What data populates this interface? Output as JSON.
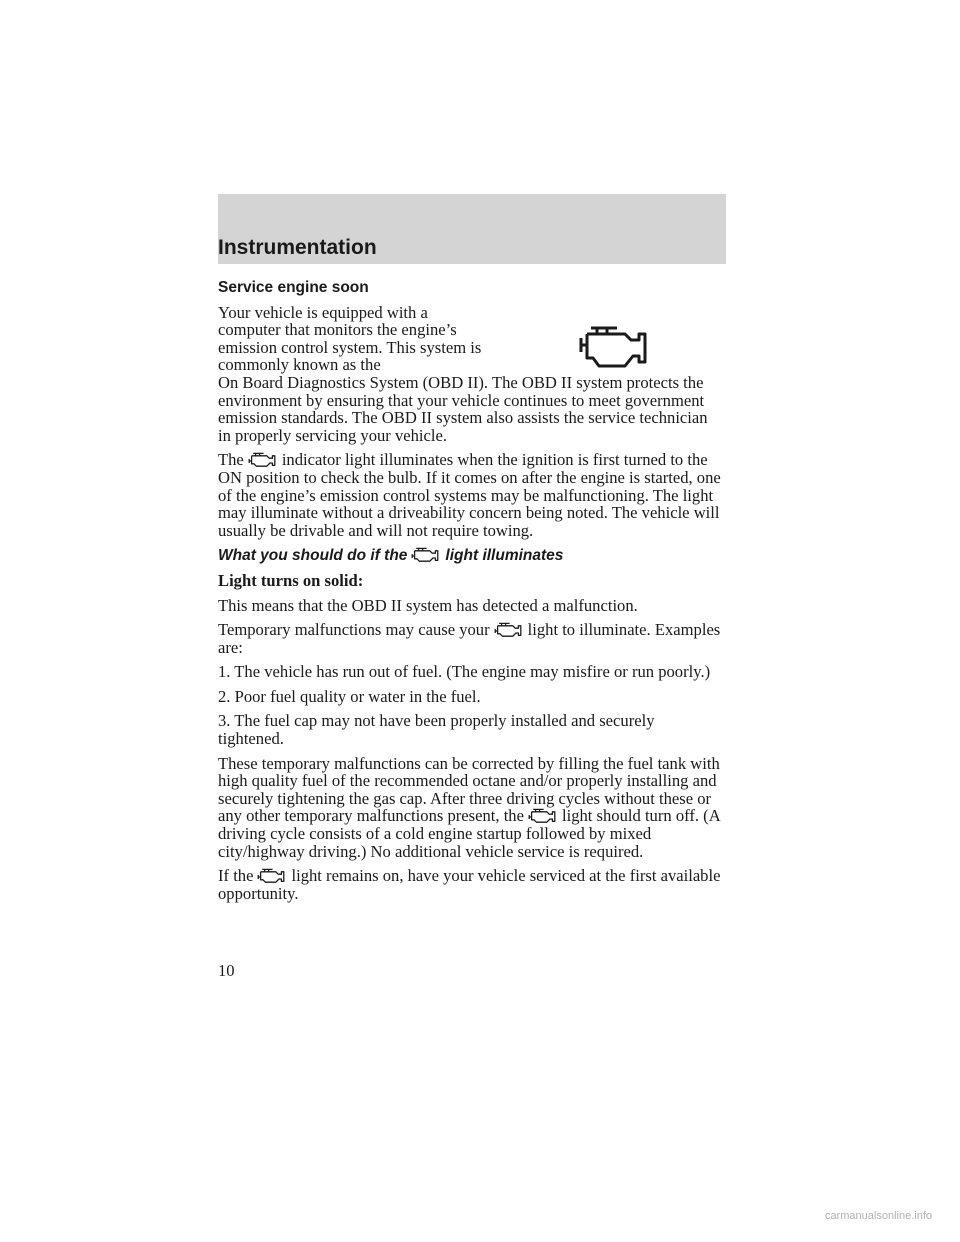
{
  "header": {
    "section_title": "Instrumentation"
  },
  "heading": "Service engine soon",
  "intro": {
    "text": "Your vehicle is equipped with a computer that monitors the engine’s emission control system. This system is commonly known as the",
    "continuation": "On Board Diagnostics System (OBD II). The OBD II system protects the environment by ensuring that your vehicle continues to meet government emission standards. The OBD II system also assists the service technician in properly servicing your vehicle."
  },
  "para2": {
    "before": "The",
    "after": "indicator light illuminates when the ignition is first turned to the ON position to check the bulb. If it comes on after the engine is started, one of the engine’s emission control systems may be malfunctioning. The light may illuminate without a driveability concern being noted. The vehicle will usually be drivable and will not require towing."
  },
  "subheading": {
    "before": "What you should do if the",
    "after": "light illuminates"
  },
  "solid_heading": "Light turns on solid:",
  "solid_text": "This means that the OBD II system has detected a malfunction.",
  "temp": {
    "before": "Temporary malfunctions may cause your",
    "after": "light to illuminate. Examples are:"
  },
  "examples": [
    "1. The vehicle has run out of fuel. (The engine may misfire or run poorly.)",
    "2. Poor fuel quality or water in the fuel.",
    "3. The fuel cap may not have been properly installed and securely tightened."
  ],
  "correct": {
    "before": "These temporary malfunctions can be corrected by filling the fuel tank with high quality fuel of the recommended octane and/or properly installing and securely tightening the gas cap. After three driving cycles without these or any other temporary malfunctions present, the",
    "after": "light should turn off. (A driving cycle consists of a cold engine startup followed by mixed city/highway driving.) No additional vehicle service is required."
  },
  "final": {
    "before": "If the",
    "after": "light remains on, have your vehicle serviced at the first available opportunity."
  },
  "page_number": "10",
  "footer": "carmanualsonline.info",
  "icon": "check-engine-icon"
}
